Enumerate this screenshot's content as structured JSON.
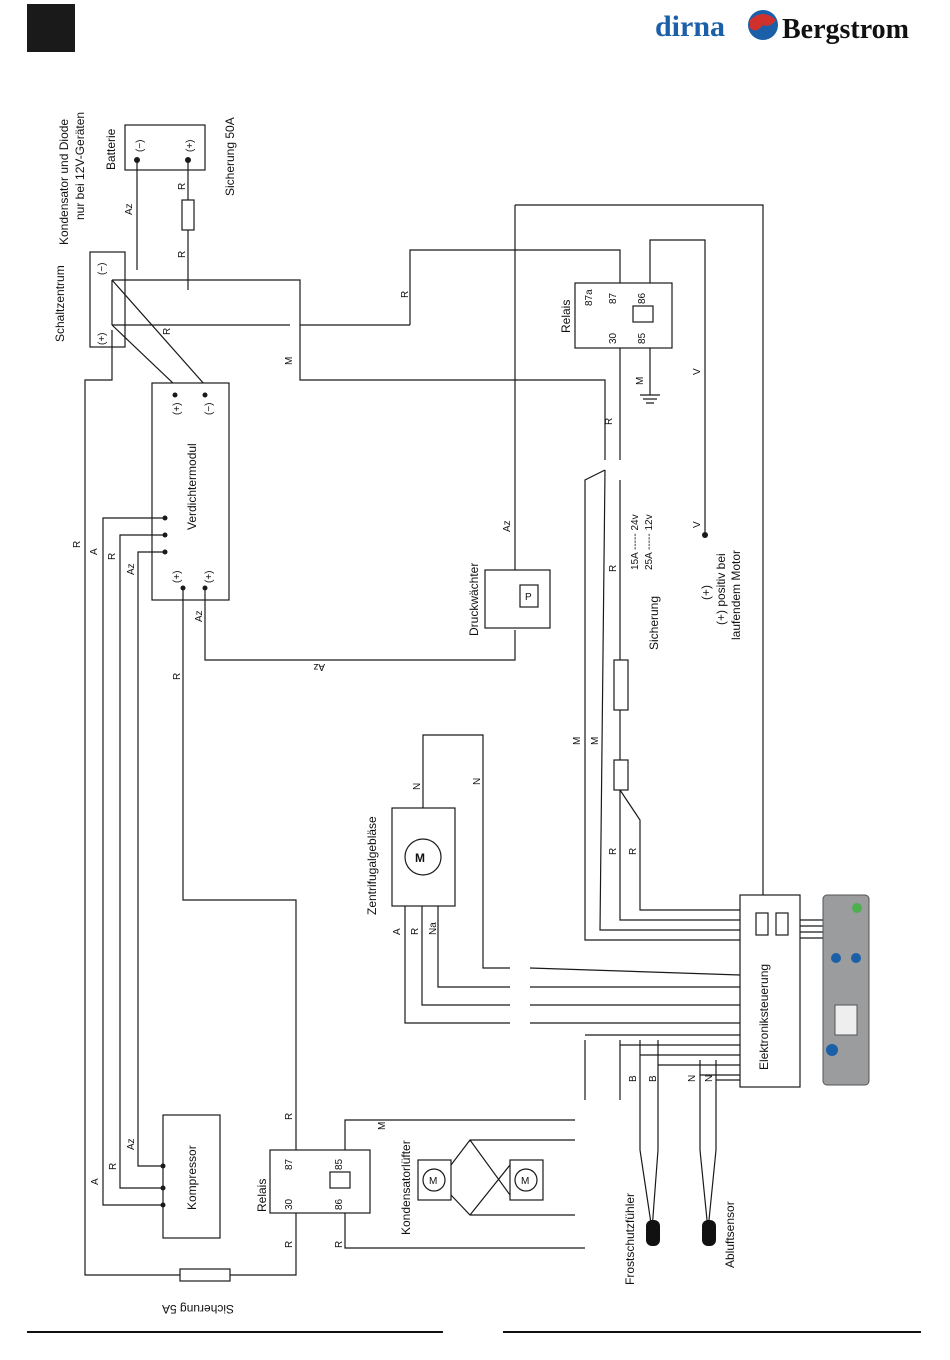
{
  "brand": {
    "left": "dirna",
    "right": "Bergstrom",
    "accent": "#1b5fa8",
    "logo_red": "#d0312d"
  },
  "labels": {
    "kondensator": "Kondensator und Diode",
    "kondensator2": "nur bei 12V-Geräten",
    "batterie": "Batterie",
    "sicherung50": "Sicherung 50A",
    "schaltzentrum": "Schaltzentrum",
    "verdichtermodul": "Verdichtermodul",
    "relais_top": "Relais",
    "druckwaechter": "Druckwächter",
    "positiv1": "(+) positiv bei",
    "positiv2": "laufendem Motor",
    "sicherung": "Sicherung",
    "fuse_15": "15A ----- 24v",
    "fuse_25": "25A ----- 12v",
    "zentrifugal": "Zentrifugalgebläse",
    "elektronik": "Elektroniksteuerung",
    "kompressor": "Kompressor",
    "relais_bottom": "Relais",
    "kondensatorluefter": "Kondensatorlüfter",
    "frostschutz": "Frostschutzfühler",
    "abluftsensor": "Abluftsensor",
    "sicherung5": "Sicherung 5A"
  },
  "terminals": {
    "minus": "(−)",
    "plus": "(+)",
    "t87a": "87a",
    "t87": "87",
    "t86": "86",
    "t30": "30",
    "t85": "85",
    "P": "P",
    "M": "M"
  },
  "wires": {
    "R": "R",
    "Az": "Az",
    "A": "A",
    "M": "M",
    "N": "N",
    "Na": "Na",
    "V": "V",
    "B": "B"
  }
}
